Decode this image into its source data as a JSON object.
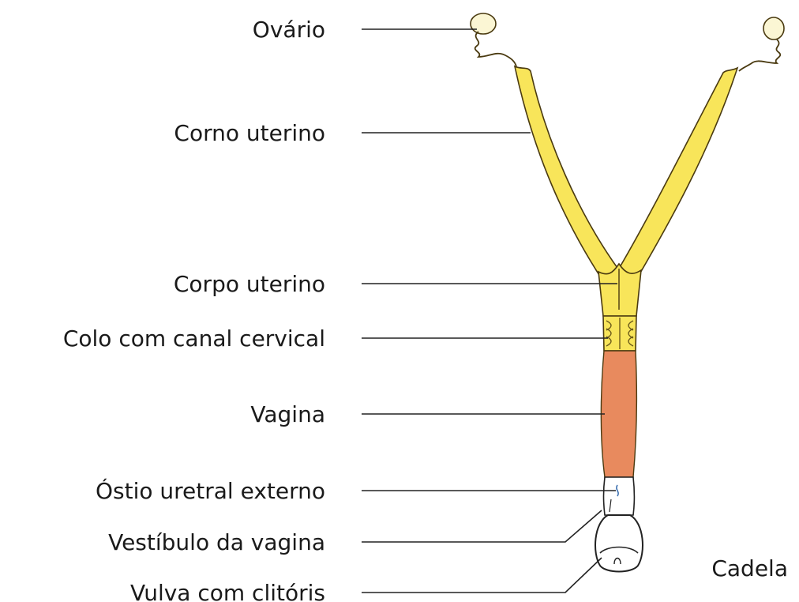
{
  "labels": {
    "ovario": "Ovário",
    "corno_uterino": "Corno uterino",
    "corpo_uterino": "Corpo uterino",
    "colo_canal_cervical": "Colo com canal cervical",
    "vagina": "Vagina",
    "ostio_uretral_externo": "Óstio uretral externo",
    "vestibulo_vagina": "Vestíbulo da vagina",
    "vulva_clitoris": "Vulva com clitóris"
  },
  "species_caption": "Cadela",
  "colors": {
    "uterus": "#f8e55a",
    "uterus_outline": "#4a3a10",
    "vagina": "#e88a5e",
    "cervix_rings": "#6b5a1a",
    "leader_line": "#222222",
    "text": "#1a1a1a"
  }
}
